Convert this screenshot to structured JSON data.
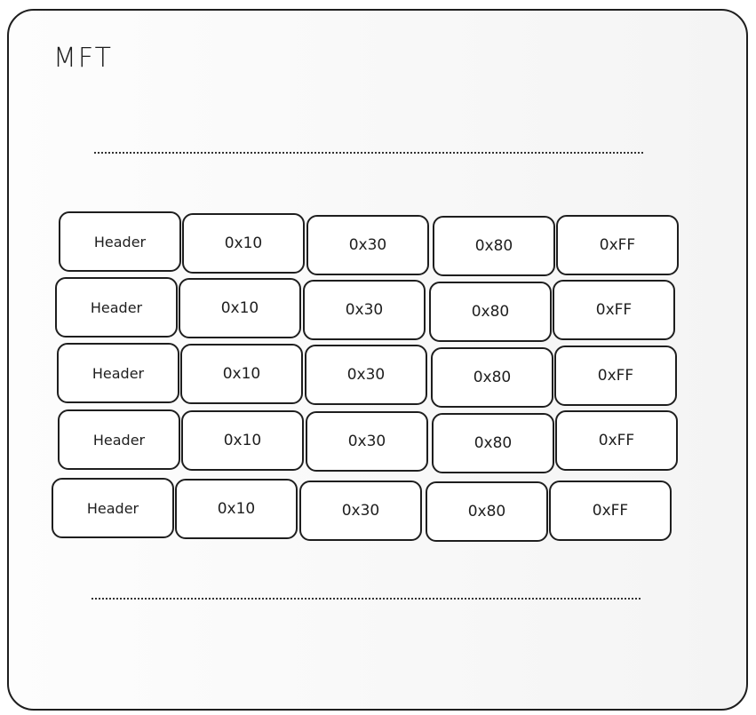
{
  "title": "MFT",
  "rows": [
    {
      "cells": [
        "Header",
        "0x10",
        "0x30",
        "0x80",
        "0xFF"
      ]
    },
    {
      "cells": [
        "Header",
        "0x10",
        "0x30",
        "0x80",
        "0xFF"
      ]
    },
    {
      "cells": [
        "Header",
        "0x10",
        "0x30",
        "0x80",
        "0xFF"
      ]
    },
    {
      "cells": [
        "Header",
        "0x10",
        "0x30",
        "0x80",
        "0xFF"
      ]
    },
    {
      "cells": [
        "Header",
        "0x10",
        "0x30",
        "0x80",
        "0xFF"
      ]
    }
  ]
}
